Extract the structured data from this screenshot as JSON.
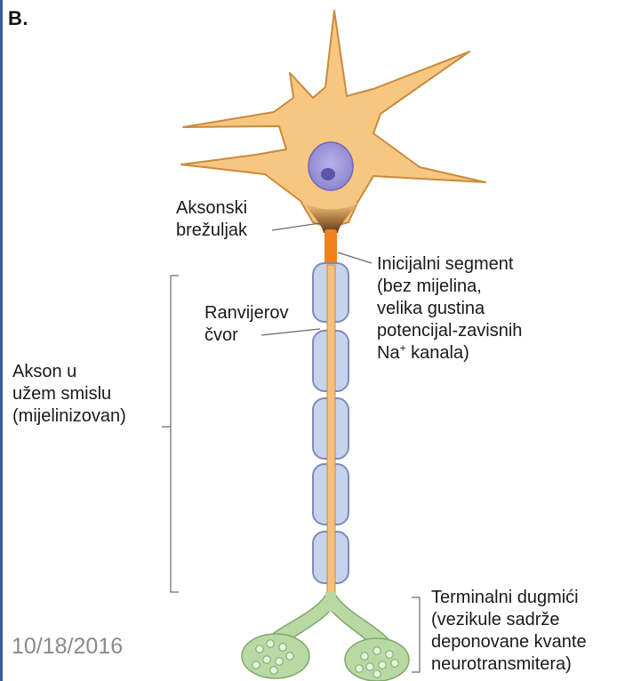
{
  "panel": {
    "letter": "B.",
    "date": "10/18/2016"
  },
  "labels": {
    "axon_hillock": [
      "Aksonski",
      "brežuljak"
    ],
    "initial_segment": {
      "lines": [
        "Inicijalni segment",
        "(bez mijelina,",
        "velika gustina",
        "potencijal-zavisnih"
      ],
      "na_prefix": "Na",
      "na_sup": "+",
      "na_suffix": " kanala)"
    },
    "ranvier_node": [
      "Ranvijerov",
      "čvor"
    ],
    "axon_proper": [
      "Akson u",
      "užem smislu",
      "(mijelinizovan)"
    ],
    "terminal_buttons": [
      "Terminalni dugmići",
      "(vezikule sadrže",
      "deponovane kvante",
      "neurotransmitera)"
    ]
  },
  "colors": {
    "edge": "#3a5a9a",
    "soma": "#f7c680",
    "soma_outline": "#c98a3b",
    "nucleus": "#9a93d8",
    "nucleolus": "#5c56a8",
    "initial_segment": "#ee8020",
    "myelin": "#c8d4ec",
    "myelin_outline": "#7c8cbc",
    "terminals": "#b8d8a4",
    "terminals_outline": "#7ea968",
    "leader": "#6a6a6a"
  }
}
